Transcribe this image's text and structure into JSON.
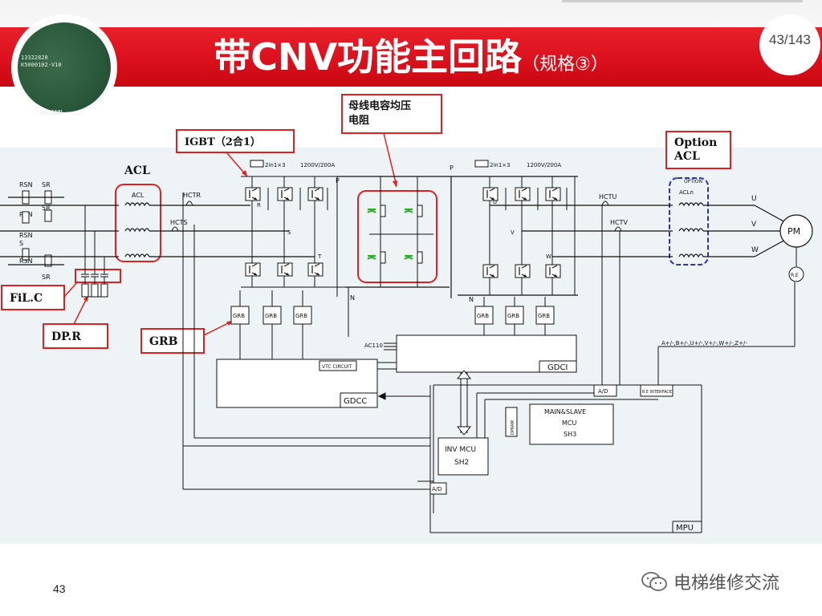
{
  "slide": {
    "title": "带CNV功能主回路",
    "title_sub": "（规格③）",
    "page_badge": "43/143",
    "footer_page": "43",
    "watermark": "电梯维修交流"
  },
  "thumbnail": {
    "board_text": "13322828\nK5000102-V10",
    "board_label": "CA9-ANN-"
  },
  "callouts": {
    "acl": "ACL",
    "igbt": "IGBT（2合1）",
    "bus_cap_line1": "母线电容均压",
    "bus_cap_line2": "电阻",
    "option_acl_line1": "Option",
    "option_acl_line2": "ACL",
    "filc": "FiL.C",
    "dpr": "DP.R",
    "grb": "GRB"
  },
  "schematic": {
    "inputs": [
      "RSN",
      "SR",
      "RSN",
      "S",
      "RSN",
      "SR",
      "5R",
      "RSN"
    ],
    "acl_box": "ACL",
    "hctr": "HCTR",
    "hcts": "HCTS",
    "hctu": "HCTU",
    "hctv": "HCTV",
    "cnv_module": "2in1×3",
    "cnv_rating": "1200V/200A",
    "inv_module": "2in1×3",
    "inv_rating": "1200V/200A",
    "p_left": "P",
    "p_right": "P",
    "n_left": "N",
    "n_right": "N",
    "phase_r": "R",
    "phase_s": "S",
    "phase_t": "T",
    "phase_u_in": "U",
    "phase_v_in": "V",
    "phase_w_in": "W",
    "out_u": "U",
    "out_v": "V",
    "out_w": "W",
    "option_label": "OPTION",
    "option_acl": "ACLn",
    "motor": "PM",
    "encoder": "R.E",
    "grb": "GRB",
    "ac110": "AC110",
    "gdci": "GDCI",
    "gdcc": "GDCC",
    "vtc": "VTC CIRCUIT",
    "encoder_signals": "A+/-,B+/-,U+/-,V+/-,W+/-,Z+/-",
    "ad1": "A/D",
    "ad2": "A/D",
    "re_interface": "R.E INTERFACE",
    "main_slave_line1": "MAIN&SLAVE",
    "main_slave_line2": "MCU",
    "main_slave_line3": "SH3",
    "dpram": "DPRAM",
    "inv_mcu_line1": "INV MCU",
    "inv_mcu_line2": "SH2",
    "mpu": "MPU"
  },
  "colors": {
    "red_band": "#d9101c",
    "callout_border": "#e02020",
    "option_border": "#3030c0",
    "cap_green": "#20b020"
  }
}
